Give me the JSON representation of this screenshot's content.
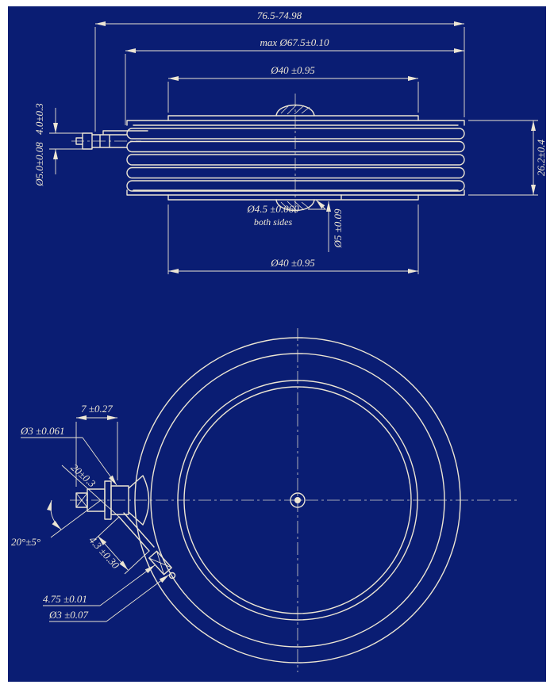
{
  "colors": {
    "paper": "#ffffff",
    "sheet_background": "#0a1d73",
    "line": "#ece5d3"
  },
  "side_view": {
    "dim_overall_width": "76.5-74.98",
    "dim_housing_max_dia": "max Ø67.5±0.10",
    "dim_pole_face_top": "Ø40 ±0.95",
    "dim_pole_face_bottom": "Ø40 ±0.95",
    "dim_gate_lead_height": "4.0±0.3",
    "dim_gate_lead_dia": "Ø5.0±0.08",
    "dim_total_height": "26.2±0.4",
    "callout_center_recess": "Ø4.5 ±0.060",
    "callout_center_recess_note": "both sides",
    "dim_recess_depth": "Ø5 ±0.09"
  },
  "plan_view": {
    "dim_gate_terminal_length": "7 ±0.27",
    "dim_gate_pin_dia": "Ø3 ±0.061",
    "dim_gate_offset": "20±0.3",
    "dim_lead_angle": "20°±5°",
    "dim_lead_section": "4.3 ±0.30",
    "dim_connector_length": "4.75 ±0.01",
    "dim_connector_pin_dia": "Ø3 ±0.07"
  }
}
